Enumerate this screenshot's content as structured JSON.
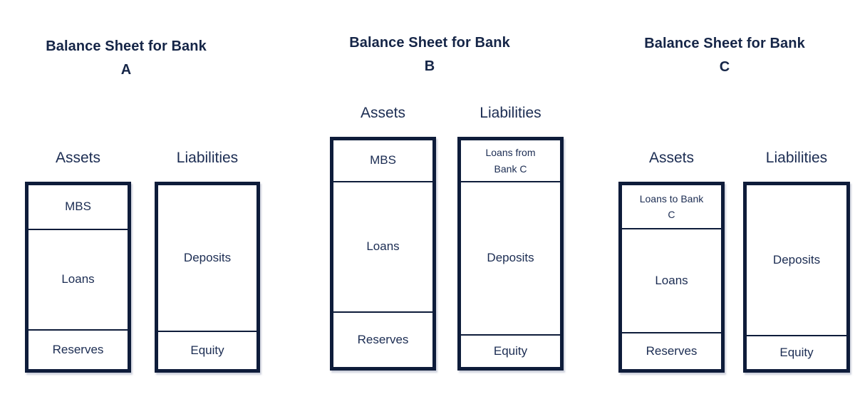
{
  "colors": {
    "border_navy": "#0e1c3a",
    "text_navy": "#1b2c52",
    "title_navy": "#152547",
    "background": "#ffffff",
    "shadow_gray": "#a8adc1"
  },
  "banks": [
    {
      "title_line1": "Balance Sheet for Bank",
      "title_line2": "A",
      "assets_header": "Assets",
      "liabilities_header": "Liabilities",
      "assets_sections": [
        {
          "label": "MBS"
        },
        {
          "label": "Loans"
        },
        {
          "label": "Reserves"
        }
      ],
      "liabilities_sections": [
        {
          "label": "Deposits"
        },
        {
          "label": "Equity"
        }
      ]
    },
    {
      "title_line1": "Balance Sheet for Bank",
      "title_line2": "B",
      "assets_header": "Assets",
      "liabilities_header": "Liabilities",
      "assets_sections": [
        {
          "label": "MBS"
        },
        {
          "label": "Loans"
        },
        {
          "label": "Reserves"
        }
      ],
      "liabilities_sections": [
        {
          "label": "Loans from\nBank C"
        },
        {
          "label": "Deposits"
        },
        {
          "label": "Equity"
        }
      ]
    },
    {
      "title_line1": "Balance Sheet for Bank",
      "title_line2": "C",
      "assets_header": "Assets",
      "liabilities_header": "Liabilities",
      "assets_sections": [
        {
          "label": "Loans to Bank\nC"
        },
        {
          "label": "Loans"
        },
        {
          "label": "Reserves"
        }
      ],
      "liabilities_sections": [
        {
          "label": "Deposits"
        },
        {
          "label": "Equity"
        }
      ]
    }
  ]
}
